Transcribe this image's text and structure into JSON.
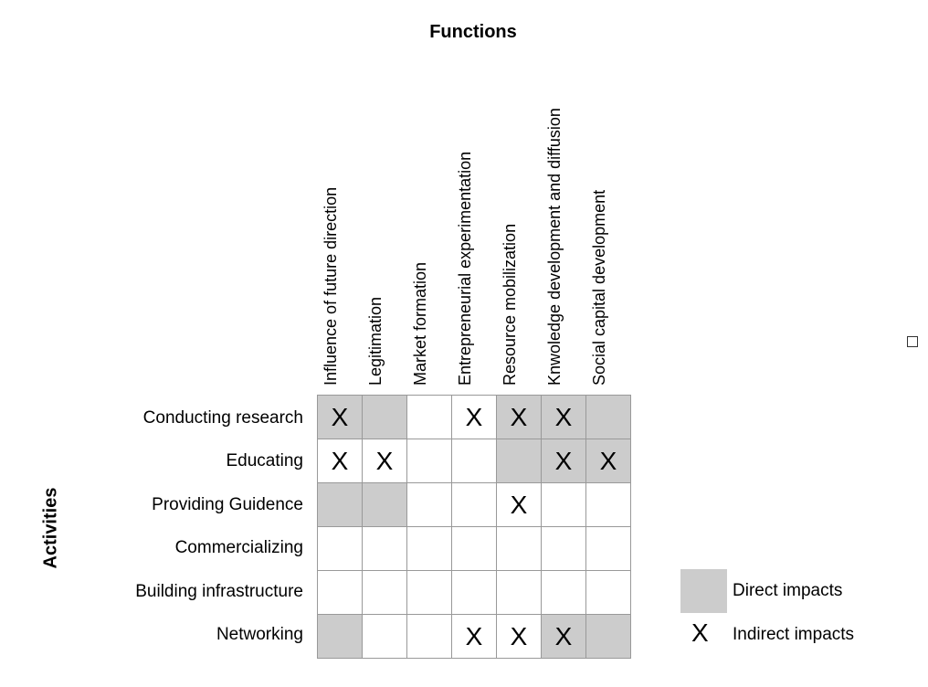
{
  "functions_title": "Functions",
  "activities_title": "Activities",
  "columns": [
    "Influence of future direction",
    "Legitimation",
    "Market formation",
    "Entrepreneurial experimentation",
    "Resource mobilization",
    "Knwoledge development and diffusion",
    "Social capital development"
  ],
  "rows": [
    "Conducting research",
    "Educating",
    "Providing Guidence",
    "Commercializing",
    "Building infrastructure",
    "Networking"
  ],
  "matrix": [
    [
      {
        "direct": true,
        "mark": "X"
      },
      {
        "direct": true,
        "mark": ""
      },
      {
        "direct": false,
        "mark": ""
      },
      {
        "direct": false,
        "mark": "X"
      },
      {
        "direct": true,
        "mark": "X"
      },
      {
        "direct": true,
        "mark": "X"
      },
      {
        "direct": true,
        "mark": ""
      }
    ],
    [
      {
        "direct": false,
        "mark": "X"
      },
      {
        "direct": false,
        "mark": "X"
      },
      {
        "direct": false,
        "mark": ""
      },
      {
        "direct": false,
        "mark": ""
      },
      {
        "direct": true,
        "mark": ""
      },
      {
        "direct": true,
        "mark": "X"
      },
      {
        "direct": true,
        "mark": "X"
      }
    ],
    [
      {
        "direct": true,
        "mark": ""
      },
      {
        "direct": true,
        "mark": ""
      },
      {
        "direct": false,
        "mark": ""
      },
      {
        "direct": false,
        "mark": ""
      },
      {
        "direct": false,
        "mark": "X"
      },
      {
        "direct": false,
        "mark": ""
      },
      {
        "direct": false,
        "mark": ""
      }
    ],
    [
      {
        "direct": false,
        "mark": ""
      },
      {
        "direct": false,
        "mark": ""
      },
      {
        "direct": false,
        "mark": ""
      },
      {
        "direct": false,
        "mark": ""
      },
      {
        "direct": false,
        "mark": ""
      },
      {
        "direct": false,
        "mark": ""
      },
      {
        "direct": false,
        "mark": ""
      }
    ],
    [
      {
        "direct": false,
        "mark": ""
      },
      {
        "direct": false,
        "mark": ""
      },
      {
        "direct": false,
        "mark": ""
      },
      {
        "direct": false,
        "mark": ""
      },
      {
        "direct": false,
        "mark": ""
      },
      {
        "direct": false,
        "mark": ""
      },
      {
        "direct": false,
        "mark": ""
      }
    ],
    [
      {
        "direct": true,
        "mark": ""
      },
      {
        "direct": false,
        "mark": ""
      },
      {
        "direct": false,
        "mark": ""
      },
      {
        "direct": false,
        "mark": "X"
      },
      {
        "direct": false,
        "mark": "X"
      },
      {
        "direct": true,
        "mark": "X"
      },
      {
        "direct": true,
        "mark": ""
      }
    ]
  ],
  "legend": {
    "direct_label": "Direct impacts",
    "indirect_symbol": "X",
    "indirect_label": "Indirect impacts"
  },
  "colors": {
    "direct_fill": "#cccccc",
    "grid_line": "#999999"
  }
}
